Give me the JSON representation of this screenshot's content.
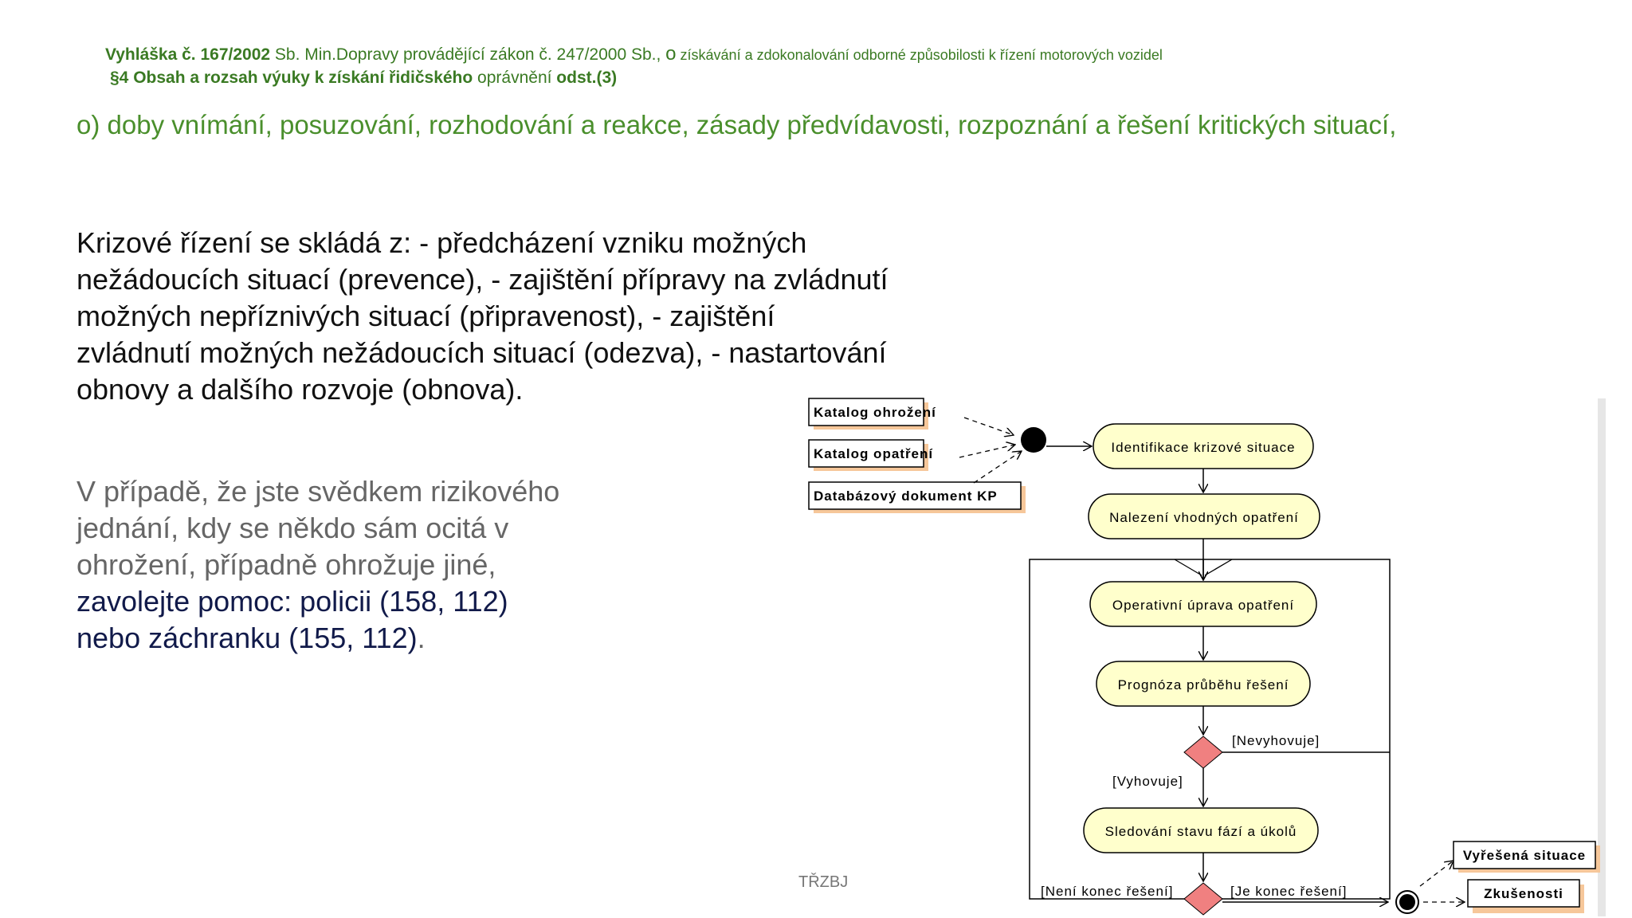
{
  "header": {
    "law_bold": "Vyhláška č. 167/2002",
    "law_rest": " Sb. Min.Dopravy provádějící zákon č. 247/2000 Sb., ",
    "law_o": "o",
    "law_small": " získávání a zdokonalování odborné způsobilosti k řízení motorových vozidel",
    "section_bold": "§4   Obsah a rozsah výuky k získání řidičského",
    "section_rest": " oprávnění  ",
    "section_tail": "odst.(3)"
  },
  "subtitle": "o) doby vnímání, posuzování, rozhodování a reakce, zásady předvídavosti, rozpoznání a řešení kritických situací,",
  "paragraph1": "Krizové řízení se skládá z: - předcházení vzniku možných nežádoucích situací (prevence), - zajištění přípravy na zvládnutí možných nepříznivých situací (připravenost), - zajištění zvládnutí možných nežádoucích situací (odezva), - nastartování obnovy a dalšího rozvoje (obnova).",
  "paragraph2": {
    "gray": "V případě, že jste svědkem rizikového jednání, kdy se někdo sám ocitá v ohrožení, případně ohrožuje jiné, ",
    "dark": "zavolejte pomoc: policii (158, 112) nebo záchranku (155, 112)",
    "end": "."
  },
  "footer": "TŘZBJ",
  "diagram": {
    "inputs": [
      "Katalog ohrožení",
      "Katalog opatření",
      "Databázový dokument KP"
    ],
    "activities": [
      "Identifikace krizové situace",
      "Nalezení vhodných opatření",
      "Operativní úprava opatření",
      "Prognóza průběhu řešení",
      "Sledování stavu fází a úkolů"
    ],
    "guards": {
      "not_ok": "[Nevyhovuje]",
      "ok": "[Vyhovuje]",
      "not_end": "[Není konec řešení]",
      "end": "[Je konec řešení]"
    },
    "outputs": [
      "Vyřešená situace",
      "Zkušenosti"
    ],
    "colors": {
      "activity_fill": "#ffffcc",
      "decision_fill": "#f08080",
      "shadow": "#f6c79a"
    }
  }
}
